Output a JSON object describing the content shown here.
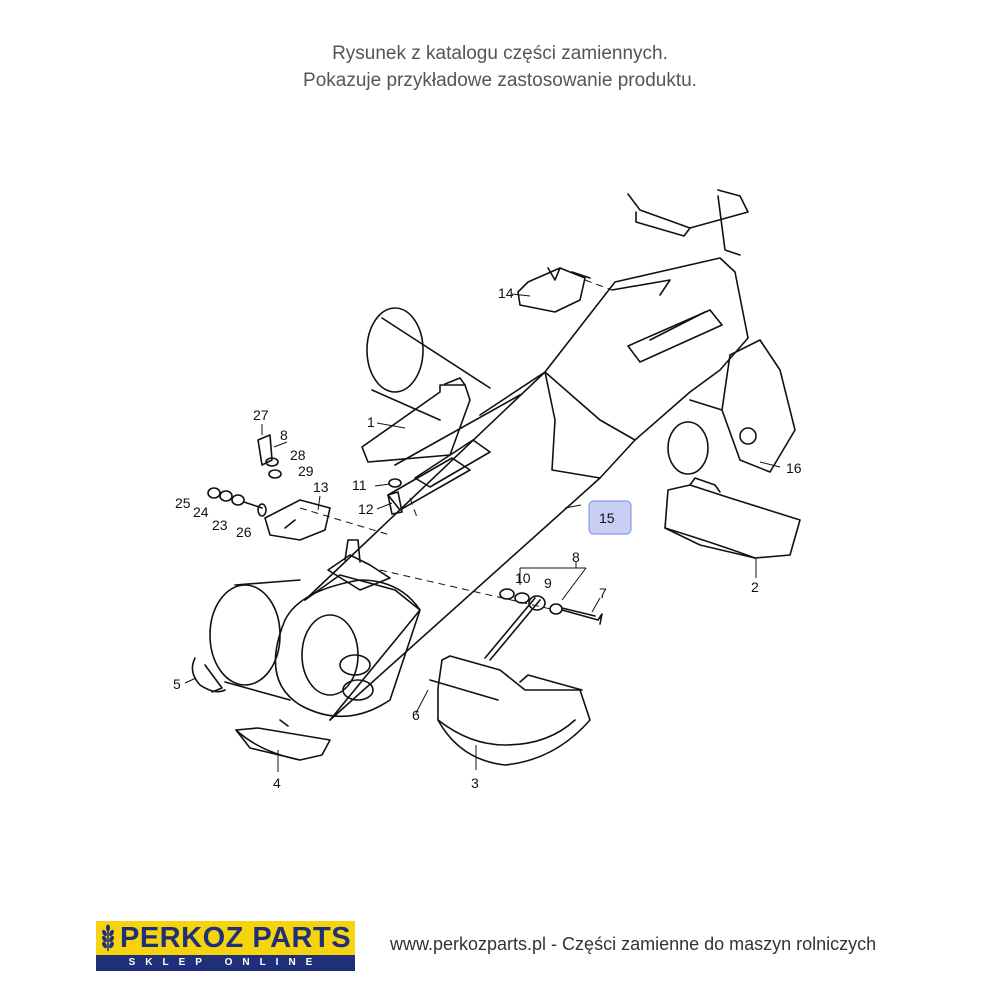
{
  "caption": {
    "line1": "Rysunek z katalogu części zamiennych.",
    "line2": "Pokazuje przykładowe zastosowanie produktu."
  },
  "diagram": {
    "callouts": [
      "1",
      "2",
      "3",
      "4",
      "5",
      "6",
      "7",
      "8",
      "9",
      "10",
      "11",
      "12",
      "13",
      "14",
      "15",
      "16",
      "23",
      "24",
      "25",
      "26",
      "27",
      "28",
      "29"
    ],
    "highlighted_callout": "15",
    "highlight_color": "#c7d0f2",
    "highlight_border": "#8a9be6"
  },
  "brand": {
    "name": "PERKOZ PARTS",
    "tagline": "SKLEP ONLINE",
    "primary_color": "#f6d40d",
    "secondary_color": "#1f2f7a"
  },
  "footer": {
    "text": "www.perkozparts.pl - Części zamienne do maszyn rolniczych"
  }
}
